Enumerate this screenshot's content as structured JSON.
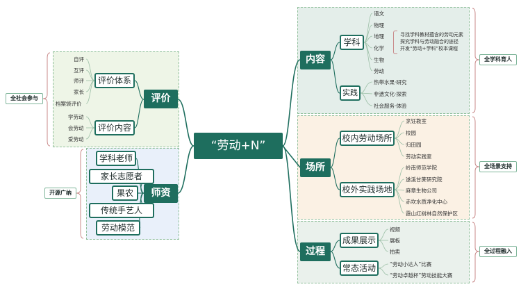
{
  "center": "“劳动+N”",
  "branches": {
    "content": {
      "label": "内容",
      "tag": "全学科育人",
      "subject": {
        "label": "学科",
        "items": [
          "语文",
          "物理",
          "地理",
          "化学",
          "生物",
          "劳动"
        ],
        "notes": [
          "寻找学科教材蕴含的劳动元素",
          "探究学科与劳动融合的途径",
          "开发“劳动+学科”校本课程"
        ]
      },
      "practice": {
        "label": "实践",
        "items": [
          "热带水果·研究",
          "非遗文化·探索",
          "社会服务·体验"
        ]
      }
    },
    "venue": {
      "label": "场所",
      "tag": "全场景支持",
      "inschool": {
        "label": "校内劳动场所",
        "items": [
          "烹饪教室",
          "校园",
          "归田园",
          "劳动实践室"
        ]
      },
      "outschool": {
        "label": "校外实践场地",
        "items": [
          "岭南师范学院",
          "遂溪甘蔗研究院",
          "麻章生物公司",
          "赤坎水质净化中心",
          "霞山红树林自然保护区"
        ]
      }
    },
    "process": {
      "label": "过程",
      "tag": "全过程融入",
      "show": {
        "label": "成果展示",
        "items": [
          "视频",
          "展板",
          "拍卖"
        ]
      },
      "routine": {
        "label": "常态活动",
        "items": [
          "“劳动小达人”比赛",
          "“劳动卓越杯”劳动技能大赛"
        ]
      }
    },
    "evaluation": {
      "label": "评价",
      "tag": "全社会参与",
      "system": {
        "label": "评价体系",
        "items": [
          "自评",
          "互评",
          "师评",
          "家长",
          "档案袋评价"
        ]
      },
      "contents": {
        "label": "评价内容",
        "items": [
          "学劳动",
          "会劳动",
          "爱劳动"
        ]
      }
    },
    "teachers": {
      "label": "师资",
      "tag": "开源广纳",
      "items": [
        "学科老师",
        "家长志愿者",
        "果农",
        "传统手艺人",
        "劳动模范"
      ]
    }
  }
}
